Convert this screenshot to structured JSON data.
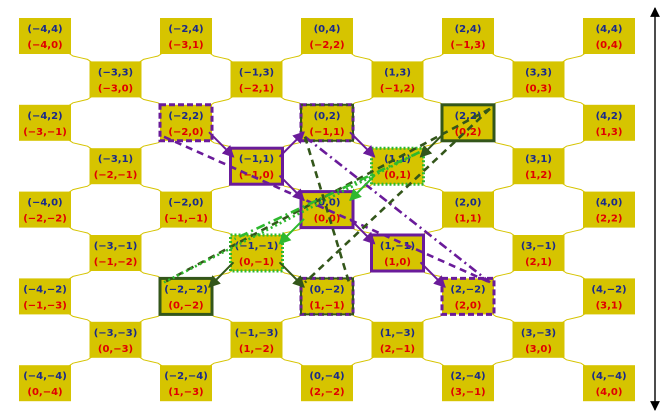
{
  "colors": {
    "node_fill": "#d6c400",
    "link": "#d6c400",
    "top_text": "#1a2a8a",
    "bottom_text": "#e00000",
    "purple": "#6a1b9a",
    "dark_green": "#33561a",
    "green": "#2eb82e",
    "axis": "#000000"
  },
  "nodes": [
    {
      "id": "n-m4-4",
      "top": "(−4,4)",
      "bottom": "(−4,0)",
      "col": 0,
      "row": 0
    },
    {
      "id": "n-m2-4",
      "top": "(−2,4)",
      "bottom": "(−3,1)",
      "col": 2,
      "row": 0
    },
    {
      "id": "n-0-4",
      "top": "(0,4)",
      "bottom": "(−2,2)",
      "col": 4,
      "row": 0
    },
    {
      "id": "n-2-4",
      "top": "(2,4)",
      "bottom": "(−1,3)",
      "col": 6,
      "row": 0
    },
    {
      "id": "n-4-4",
      "top": "(4,4)",
      "bottom": "(0,4)",
      "col": 8,
      "row": 0
    },
    {
      "id": "n-m3-3",
      "top": "(−3,3)",
      "bottom": "(−3,0)",
      "col": 1,
      "row": 1
    },
    {
      "id": "n-m1-3",
      "top": "(−1,3)",
      "bottom": "(−2,1)",
      "col": 3,
      "row": 1
    },
    {
      "id": "n-1-3",
      "top": "(1,3)",
      "bottom": "(−1,2)",
      "col": 5,
      "row": 1
    },
    {
      "id": "n-3-3",
      "top": "(3,3)",
      "bottom": "(0,3)",
      "col": 7,
      "row": 1
    },
    {
      "id": "n-m4-2",
      "top": "(−4,2)",
      "bottom": "(−3,−1)",
      "col": 0,
      "row": 2
    },
    {
      "id": "n-m2-2",
      "top": "(−2,2)",
      "bottom": "(−2,0)",
      "col": 2,
      "row": 2,
      "box": "purple-dash"
    },
    {
      "id": "n-0-2",
      "top": "(0,2)",
      "bottom": "(−1,1)",
      "col": 4,
      "row": 2,
      "box": "mixed"
    },
    {
      "id": "n-2-2",
      "top": "(2,2)",
      "bottom": "(0,2)",
      "col": 6,
      "row": 2,
      "box": "green-solid"
    },
    {
      "id": "n-4-2",
      "top": "(4,2)",
      "bottom": "(1,3)",
      "col": 8,
      "row": 2
    },
    {
      "id": "n-m3-1",
      "top": "(−3,1)",
      "bottom": "(−2,−1)",
      "col": 1,
      "row": 3
    },
    {
      "id": "n-m1-1",
      "top": "(−1,1)",
      "bottom": "(−1,0)",
      "col": 3,
      "row": 3,
      "box": "purple-solid"
    },
    {
      "id": "n-1-1",
      "top": "(1,1)",
      "bottom": "(0,1)",
      "col": 5,
      "row": 3,
      "box": "green-dot"
    },
    {
      "id": "n-3-1",
      "top": "(3,1)",
      "bottom": "(1,2)",
      "col": 7,
      "row": 3
    },
    {
      "id": "n-m4-0",
      "top": "(−4,0)",
      "bottom": "(−2,−2)",
      "col": 0,
      "row": 4
    },
    {
      "id": "n-m2-0",
      "top": "(−2,0)",
      "bottom": "(−1,−1)",
      "col": 2,
      "row": 4
    },
    {
      "id": "n-0-0",
      "top": "(0,0)",
      "bottom": "(0,0)",
      "col": 4,
      "row": 4,
      "box": "purple-solid"
    },
    {
      "id": "n-2-0",
      "top": "(2,0)",
      "bottom": "(1,1)",
      "col": 6,
      "row": 4
    },
    {
      "id": "n-4-0",
      "top": "(4,0)",
      "bottom": "(2,2)",
      "col": 8,
      "row": 4
    },
    {
      "id": "n-m3-m1",
      "top": "(−3,−1)",
      "bottom": "(−1,−2)",
      "col": 1,
      "row": 5
    },
    {
      "id": "n-m1-m1",
      "top": "(−1,−1)",
      "bottom": "(0,−1)",
      "col": 3,
      "row": 5,
      "box": "green-dot"
    },
    {
      "id": "n-1-m1",
      "top": "(1,−1)",
      "bottom": "(1,0)",
      "col": 5,
      "row": 5,
      "box": "purple-solid"
    },
    {
      "id": "n-3-m1",
      "top": "(3,−1)",
      "bottom": "(2,1)",
      "col": 7,
      "row": 5
    },
    {
      "id": "n-m4-m2",
      "top": "(−4,−2)",
      "bottom": "(−1,−3)",
      "col": 0,
      "row": 6
    },
    {
      "id": "n-m2-m2",
      "top": "(−2,−2)",
      "bottom": "(0,−2)",
      "col": 2,
      "row": 6,
      "box": "green-solid"
    },
    {
      "id": "n-0-m2",
      "top": "(0,−2)",
      "bottom": "(1,−1)",
      "col": 4,
      "row": 6,
      "box": "mixed"
    },
    {
      "id": "n-2-m2",
      "top": "(2,−2)",
      "bottom": "(2,0)",
      "col": 6,
      "row": 6,
      "box": "purple-dash"
    },
    {
      "id": "n-4-m2",
      "top": "(4,−2)",
      "bottom": "(3,1)",
      "col": 8,
      "row": 6
    },
    {
      "id": "n-m3-m3",
      "top": "(−3,−3)",
      "bottom": "(0,−3)",
      "col": 1,
      "row": 7
    },
    {
      "id": "n-m1-m3",
      "top": "(−1,−3)",
      "bottom": "(1,−2)",
      "col": 3,
      "row": 7
    },
    {
      "id": "n-1-m3",
      "top": "(1,−3)",
      "bottom": "(2,−1)",
      "col": 5,
      "row": 7
    },
    {
      "id": "n-3-m3",
      "top": "(3,−3)",
      "bottom": "(3,0)",
      "col": 7,
      "row": 7
    },
    {
      "id": "n-m4-m4",
      "top": "(−4,−4)",
      "bottom": "(0,−4)",
      "col": 0,
      "row": 8
    },
    {
      "id": "n-m2-m4",
      "top": "(−2,−4)",
      "bottom": "(1,−3)",
      "col": 2,
      "row": 8
    },
    {
      "id": "n-0-m4",
      "top": "(0,−4)",
      "bottom": "(2,−2)",
      "col": 4,
      "row": 8
    },
    {
      "id": "n-2-m4",
      "top": "(2,−4)",
      "bottom": "(3,−1)",
      "col": 6,
      "row": 8
    },
    {
      "id": "n-4-m4",
      "top": "(4,−4)",
      "bottom": "(4,0)",
      "col": 8,
      "row": 8
    }
  ],
  "overlay_lines": [
    {
      "from": "n-m2-2",
      "to": "n-2-m2",
      "color": "purple",
      "style": "dash"
    },
    {
      "from": "n-0-2",
      "to": "n-2-m2",
      "color": "purple",
      "style": "dashdot"
    },
    {
      "from": "n-2-2",
      "to": "n-m2-m2",
      "color": "dark_green",
      "style": "dash"
    },
    {
      "from": "n-2-2",
      "to": "n-0-m2",
      "color": "dark_green",
      "style": "dash"
    },
    {
      "from": "n-1-1",
      "to": "n-m2-m2",
      "color": "green",
      "style": "dot"
    },
    {
      "from": "n-1-1",
      "to": "n-m1-m1",
      "color": "green",
      "style": "dashdot"
    },
    {
      "from": "n-0-2",
      "to": "n-0-m2",
      "color": "dark_green",
      "style": "dash"
    }
  ],
  "arrows": [
    {
      "from": "n-m2-2",
      "to": "n-m1-1",
      "color": "purple"
    },
    {
      "from": "n-m1-1",
      "to": "n-0-0",
      "color": "purple"
    },
    {
      "from": "n-0-0",
      "to": "n-1-m1",
      "color": "purple"
    },
    {
      "from": "n-1-m1",
      "to": "n-2-m2",
      "color": "purple"
    },
    {
      "from": "n-0-2",
      "to": "n-1-1",
      "color": "purple"
    },
    {
      "from": "n-2-2",
      "to": "n-1-1",
      "color": "dark_green"
    },
    {
      "from": "n-1-1",
      "to": "n-0-0",
      "color": "green"
    },
    {
      "from": "n-0-0",
      "to": "n-m1-m1",
      "color": "green"
    },
    {
      "from": "n-m1-m1",
      "to": "n-m2-m2",
      "color": "dark_green"
    },
    {
      "from": "n-m1-m1",
      "to": "n-0-m2",
      "color": "dark_green"
    },
    {
      "from": "n-m1-1",
      "to": "n-0-2",
      "color": "purple"
    }
  ],
  "axis": {
    "orientation": "vertical",
    "arrowheads": "both"
  }
}
